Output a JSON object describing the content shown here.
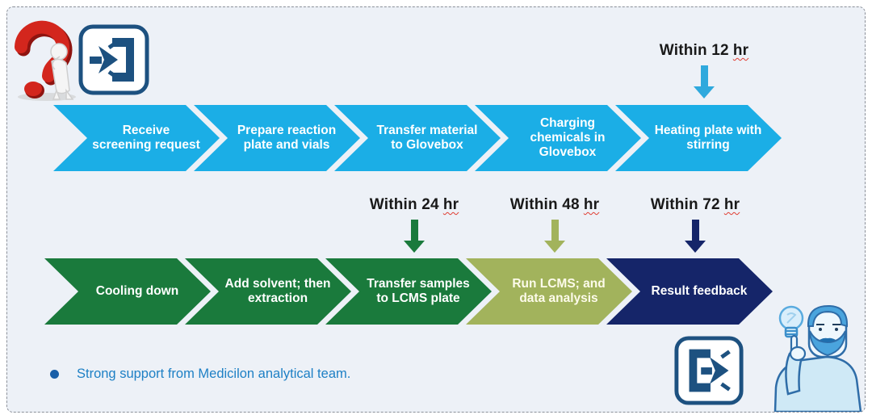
{
  "panel": {
    "background": "#edf1f7",
    "border_color": "#8b9099"
  },
  "flow": {
    "row1": {
      "color": "#1baee6",
      "text_color": "#ffffff",
      "steps": [
        {
          "label": "Receive screening request"
        },
        {
          "label": "Prepare reaction plate and vials"
        },
        {
          "label": "Transfer material to Glovebox"
        },
        {
          "label": "Charging chemicals in Glovebox"
        },
        {
          "label": "Heating plate with stirring"
        }
      ]
    },
    "row2": {
      "steps": [
        {
          "label": "Cooling down",
          "color": "#1a7a3c"
        },
        {
          "label": "Add solvent; then extraction",
          "color": "#1a7a3c"
        },
        {
          "label": "Transfer samples to LCMS plate",
          "color": "#1a7a3c"
        },
        {
          "label": "Run LCMS; and data analysis",
          "color": "#a2b35c"
        },
        {
          "label": "Result feedback",
          "color": "#152569"
        }
      ]
    }
  },
  "timers": [
    {
      "prefix": "Within 12",
      "unit": "hr",
      "arrow_color": "#2fa9dd",
      "points_to": "Heating plate with stirring"
    },
    {
      "prefix": "Within 24",
      "unit": "hr",
      "arrow_color": "#1a7a3c",
      "points_to": "Transfer samples to LCMS plate"
    },
    {
      "prefix": "Within 48",
      "unit": "hr",
      "arrow_color": "#a2b35c",
      "points_to": "Run LCMS; and data analysis"
    },
    {
      "prefix": "Within 72",
      "unit": "hr",
      "arrow_color": "#152569",
      "points_to": "Result feedback"
    }
  ],
  "footer": {
    "text": "Strong support from Medicilon analytical team.",
    "text_color": "#1e80c5",
    "bullet_color": "#1a5fa8"
  },
  "icons": {
    "top_left_figure": "thinking-figure-with-red-question-mark",
    "enter": "enter-flow-icon",
    "exit": "exit-flow-icon",
    "bottom_right_figure": "man-pointing-at-lightbulb",
    "icon_color": "#1d5180"
  }
}
